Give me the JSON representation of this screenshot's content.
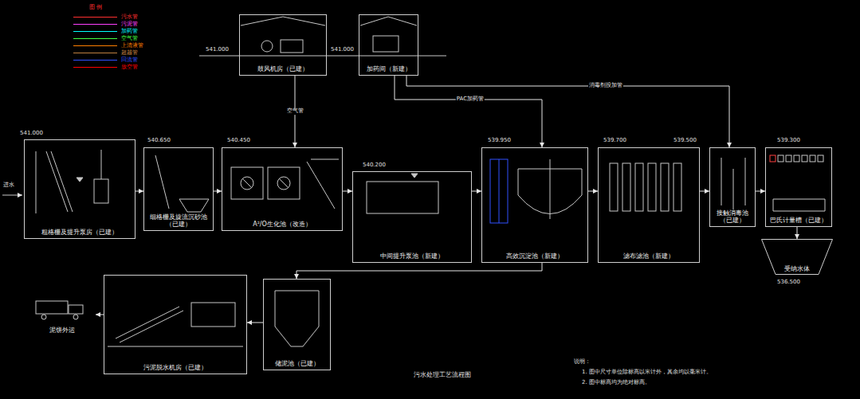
{
  "diagram": {
    "title": "污水处理工艺流程图",
    "nodes": [
      {
        "text": [
          "粗格栅及提升泵房（已建）"
        ]
      },
      {
        "text": [
          "细格栅及旋流沉砂池（已建）"
        ]
      },
      {
        "text": [
          "A²/O生化池（改造）"
        ]
      },
      {
        "text": [
          "中间提升泵池（新建）"
        ]
      },
      {
        "text": [
          "高效沉淀池（新建）"
        ]
      },
      {
        "text": [
          "滤布滤池（新建）"
        ]
      },
      {
        "text": [
          "接触消毒池（已建）"
        ]
      },
      {
        "text": [
          "巴氏计量槽（已建）"
        ]
      },
      {
        "text": [
          "鼓风机房（已建）"
        ]
      },
      {
        "text": [
          "加药间（新建）"
        ]
      },
      {
        "text": [
          "储泥池（已建）"
        ]
      },
      {
        "text": [
          "污泥脱水机房（已建）"
        ]
      },
      {
        "text": [
          "受纳水体"
        ]
      },
      {
        "text": [
          "泥饼外运"
        ]
      }
    ],
    "edges": [
      {
        "from": 0,
        "to": 1,
        "arrow": "to"
      },
      {
        "from": 1,
        "to": 2,
        "arrow": "to"
      },
      {
        "from": 2,
        "to": 3,
        "arrow": "to"
      },
      {
        "from": 3,
        "to": 4,
        "arrow": "to"
      },
      {
        "from": 4,
        "to": 5,
        "arrow": "to"
      },
      {
        "from": 5,
        "to": 6,
        "arrow": "to"
      },
      {
        "from": 6,
        "to": 7,
        "arrow": "to"
      },
      {
        "from": 7,
        "to": 12,
        "arrow": "to"
      },
      {
        "from": 8,
        "to": 2,
        "label": "空气管",
        "arrow": "to"
      },
      {
        "from": 9,
        "to": 4,
        "label": "PAC加药管",
        "arrow": "to"
      },
      {
        "from": 9,
        "to": 6,
        "label": "消毒剂投加管",
        "arrow": "to"
      },
      {
        "from": 4,
        "to": 10,
        "arrow": "to"
      },
      {
        "from": 10,
        "to": 11,
        "arrow": "to"
      },
      {
        "from": 11,
        "to": 13,
        "arrow": "to"
      }
    ],
    "labels": [
      "图  例",
      "541.000",
      "540.650",
      "540.450",
      "540.200",
      "539.950",
      "539.700",
      "539.500",
      "539.300",
      "541.000",
      "541.000",
      "进水",
      "536.500",
      "说明：",
      "1. 图中尺寸单位除标高以米计外，其余均以毫米计。",
      "2. 图中标高均为绝对标高。"
    ],
    "legend": [
      {
        "text": "污水管",
        "color": "#ff3030"
      },
      {
        "text": "污泥管",
        "color": "#ff40ff"
      },
      {
        "text": "加药管",
        "color": "#00ffff"
      },
      {
        "text": "空气管",
        "color": "#40ff40"
      },
      {
        "text": "上清液管",
        "color": "#ff8000"
      },
      {
        "text": "超越管",
        "color": "#c08040"
      },
      {
        "text": "回流管",
        "color": "#3050ff"
      },
      {
        "text": "放空管",
        "color": "#ff0000"
      }
    ]
  }
}
